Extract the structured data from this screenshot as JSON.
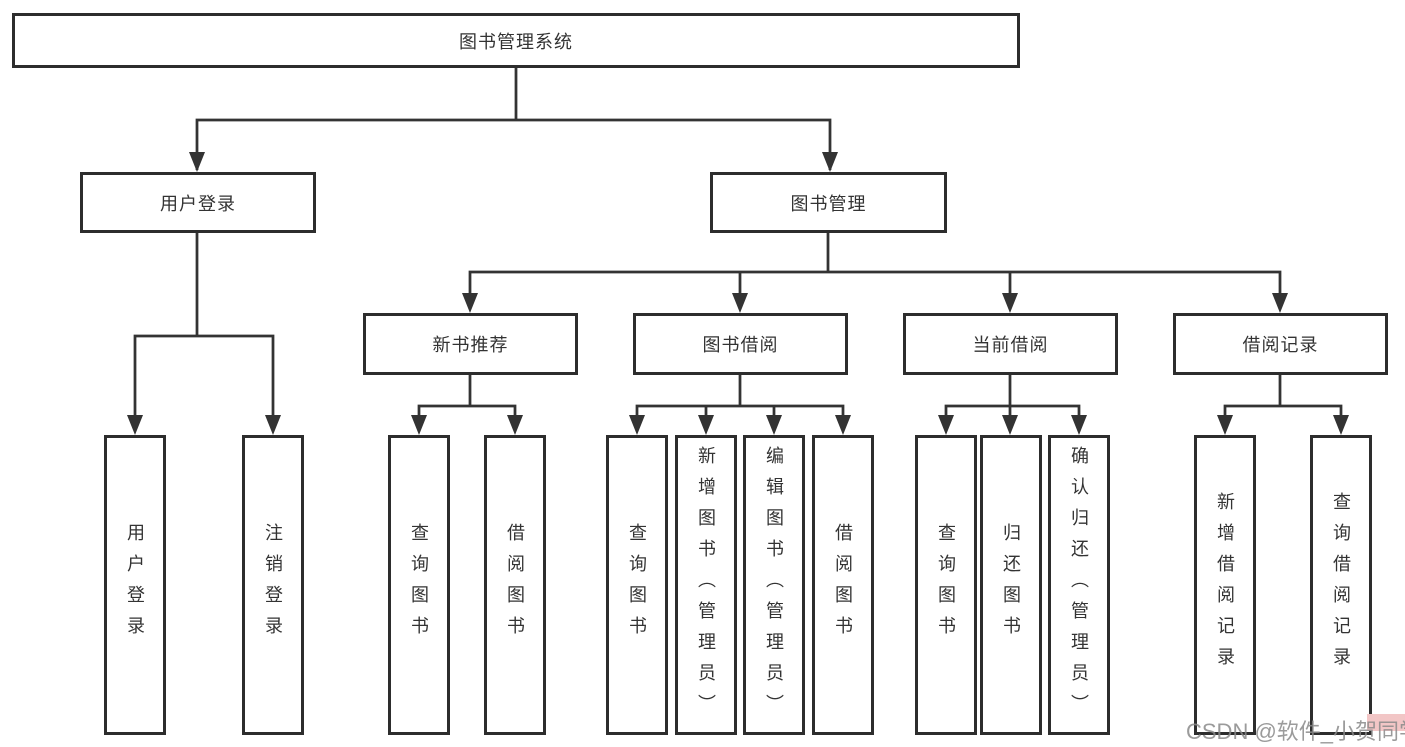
{
  "diagram": {
    "root": {
      "label": "图书管理系统"
    },
    "level2": [
      {
        "label": "用户登录"
      },
      {
        "label": "图书管理"
      }
    ],
    "level3": [
      {
        "label": "新书推荐",
        "parent": "图书管理"
      },
      {
        "label": "图书借阅",
        "parent": "图书管理"
      },
      {
        "label": "当前借阅",
        "parent": "图书管理"
      },
      {
        "label": "借阅记录",
        "parent": "图书管理"
      }
    ],
    "leaves": [
      {
        "label": "用户登录",
        "parent": "用户登录"
      },
      {
        "label": "注销登录",
        "parent": "用户登录"
      },
      {
        "label": "查询图书",
        "parent": "新书推荐"
      },
      {
        "label": "借阅图书",
        "parent": "新书推荐"
      },
      {
        "label": "查询图书",
        "parent": "图书借阅"
      },
      {
        "label": "新增图书（管理员）",
        "parent": "图书借阅"
      },
      {
        "label": "编辑图书（管理员）",
        "parent": "图书借阅"
      },
      {
        "label": "借阅图书",
        "parent": "图书借阅"
      },
      {
        "label": "查询图书",
        "parent": "当前借阅"
      },
      {
        "label": "归还图书",
        "parent": "当前借阅"
      },
      {
        "label": "确认归还（管理员）",
        "parent": "当前借阅"
      },
      {
        "label": "新增借阅记录",
        "parent": "借阅记录"
      },
      {
        "label": "查询借阅记录",
        "parent": "借阅记录"
      }
    ]
  },
  "watermark": {
    "text": "CSDN @软件_小贺同学"
  },
  "colors": {
    "line": "#333333",
    "box_border": "#2d2d2d",
    "box_fill": "#ffffff",
    "text": "#333333",
    "watermark_text": "#8a8a8a",
    "watermark_accent": "#f2c6c6"
  }
}
